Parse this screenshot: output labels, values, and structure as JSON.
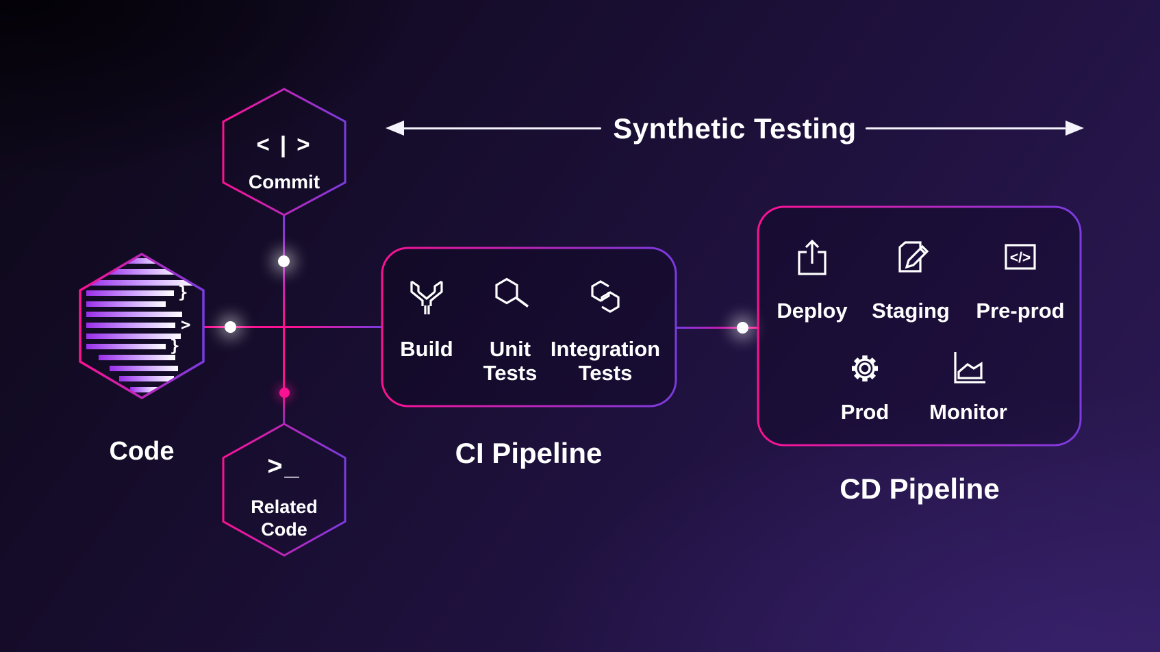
{
  "title": "Synthetic Testing",
  "colors": {
    "pink": "#fb1292",
    "purple": "#7a3be0",
    "background_dark": "#0d0817",
    "background_purple": "#2d1a55",
    "text": "#ffffff"
  },
  "nodes": {
    "code": {
      "label": "Code",
      "icon": "code-lines-hexagon-icon",
      "glyphs": [
        "}",
        ">",
        "}"
      ]
    },
    "commit": {
      "label": "Commit",
      "icon": "code-brackets-icon",
      "icon_text": "< | >"
    },
    "related_code": {
      "label": "Related Code",
      "icon": "terminal-prompt-icon",
      "icon_text": ">_"
    }
  },
  "ci_pipeline": {
    "label": "CI Pipeline",
    "steps": [
      {
        "label": "Build",
        "icon": "wrench-icon"
      },
      {
        "label": "Unit Tests",
        "icon": "hexagon-magnifier-icon"
      },
      {
        "label": "Integration Tests",
        "icon": "interlocking-hexagons-icon"
      }
    ]
  },
  "cd_pipeline": {
    "label": "CD Pipeline",
    "steps": [
      {
        "label": "Deploy",
        "icon": "upload-box-icon"
      },
      {
        "label": "Staging",
        "icon": "document-pencil-icon"
      },
      {
        "label": "Pre-prod",
        "icon": "code-tag-box-icon",
        "icon_text": "</>"
      },
      {
        "label": "Prod",
        "icon": "gear-icon"
      },
      {
        "label": "Monitor",
        "icon": "area-chart-icon"
      }
    ]
  }
}
